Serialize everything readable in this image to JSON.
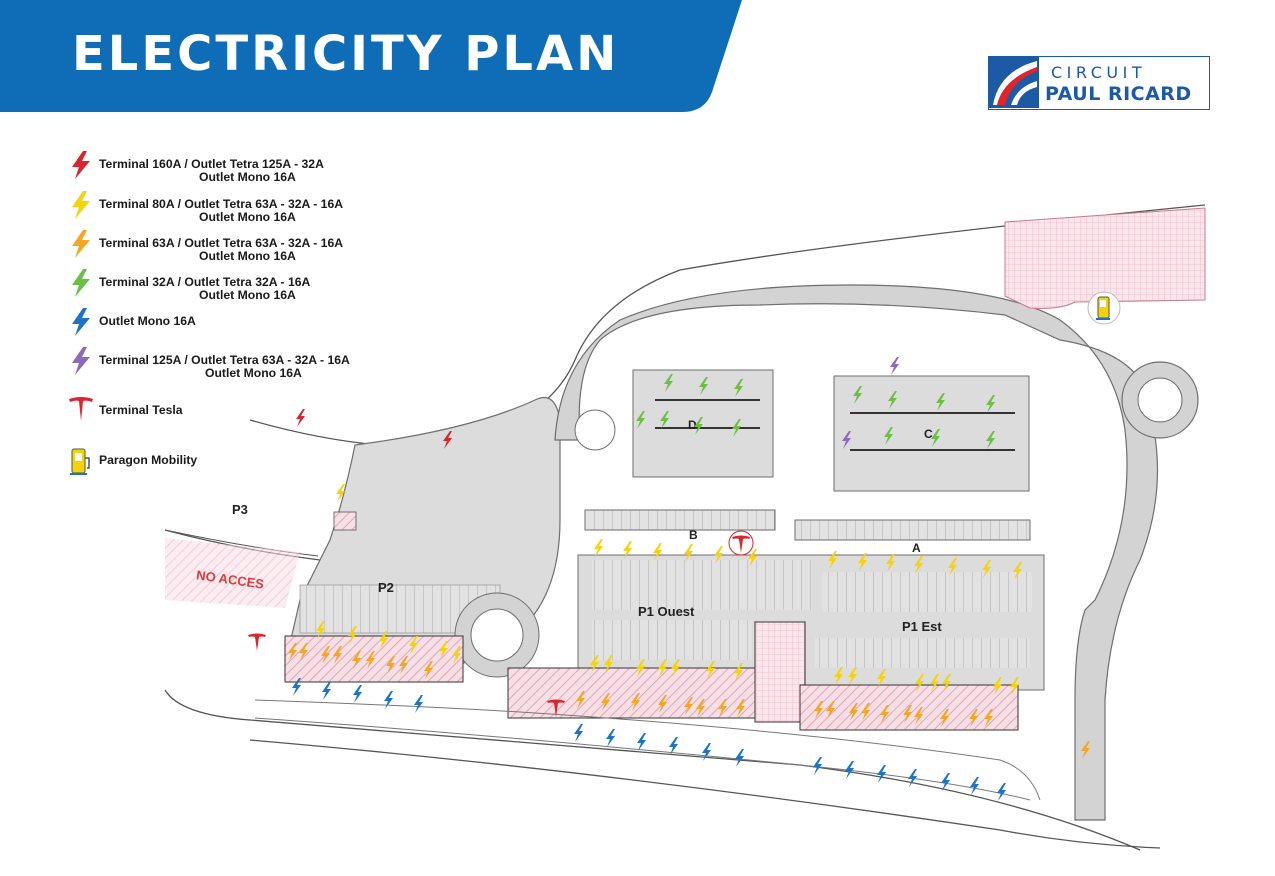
{
  "header": {
    "title": "ELECTRICITY PLAN",
    "banner_color": "#0f6cb6"
  },
  "logo": {
    "line1": "CIRCUIT",
    "line2": "PAUL RICARD",
    "color": "#1d5aa6"
  },
  "legend": {
    "items": [
      {
        "icon": "red-lightning-icon",
        "color": "#d9262c",
        "line1": "Terminal 160A / Outlet Tetra 125A - 32A",
        "line2": "Outlet Mono 16A"
      },
      {
        "icon": "yellow-lightning-icon",
        "color": "#f4d20c",
        "line1": "Terminal 80A / Outlet Tetra 63A - 32A - 16A",
        "line2": "Outlet Mono 16A"
      },
      {
        "icon": "orange-lightning-icon",
        "color": "#f5a623",
        "line1": "Terminal 63A / Outlet Tetra 63A - 32A - 16A",
        "line2": "Outlet Mono 16A"
      },
      {
        "icon": "green-lightning-icon",
        "color": "#6cbe45",
        "line1": "Terminal 32A / Outlet Tetra 32A - 16A",
        "line2": "Outlet Mono 16A"
      },
      {
        "icon": "blue-lightning-icon",
        "color": "#1d74c4",
        "line1": "Outlet Mono 16A",
        "line2": ""
      },
      {
        "icon": "purple-lightning-icon",
        "color": "#8a6bb8",
        "line1": "Terminal 125A / Outlet Tetra 63A - 32A - 16A",
        "line2": "Outlet Mono 16A"
      },
      {
        "icon": "tesla-logo-icon",
        "color": "#d9262c",
        "line1": "Terminal Tesla",
        "line2": ""
      },
      {
        "icon": "paragon-charger-icon",
        "color": "#f4d20c",
        "line1": "Paragon Mobility",
        "line2": ""
      }
    ]
  },
  "map": {
    "labels": {
      "p3": "P3",
      "p2": "P2",
      "no_access": "NO ACCES",
      "p1_ouest": "P1 Ouest",
      "p1_est": "P1 Est",
      "zone_a": "A",
      "zone_b": "B",
      "zone_c": "C",
      "zone_d": "D"
    },
    "colors": {
      "road": "#d3d3d3",
      "road_stroke": "#6e6e6e",
      "parking": "#e2e2e2",
      "building": "#f7dfe6",
      "hatch": "#e9a3b6",
      "no_access_text": "#e03a3a"
    }
  }
}
